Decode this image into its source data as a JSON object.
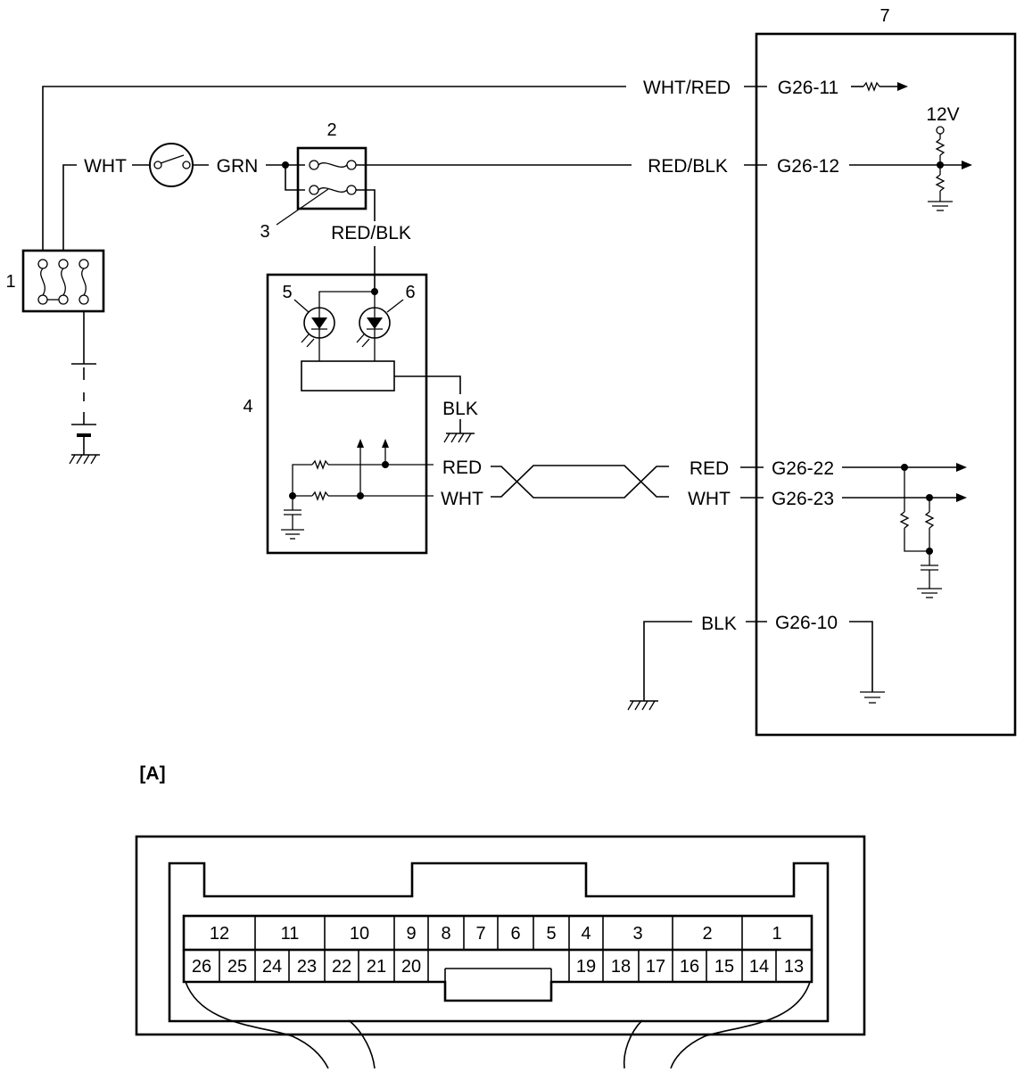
{
  "callouts": {
    "battery_fuse_box": "1",
    "fuse_box": "2",
    "fuse": "3",
    "sensor_unit": "4",
    "led_left": "5",
    "led_right": "6",
    "control_module": "7"
  },
  "wires": {
    "wht_red": "WHT/RED",
    "wht_top": "WHT",
    "grn": "GRN",
    "red_blk_right": "RED/BLK",
    "red_blk_down": "RED/BLK",
    "blk_sensor": "BLK",
    "red_left": "RED",
    "wht_left": "WHT",
    "red_right": "RED",
    "wht_right": "WHT",
    "blk_ground": "BLK"
  },
  "terminals": {
    "g26_11": "G26-11",
    "g26_12": "G26-12",
    "g26_22": "G26-22",
    "g26_23": "G26-23",
    "g26_10": "G26-10"
  },
  "voltage_label": "12V",
  "connector": {
    "view_label": "[A]",
    "top_row": [
      "12",
      "11",
      "10",
      "9",
      "8",
      "7",
      "6",
      "5",
      "4",
      "3",
      "2",
      "1"
    ],
    "bottom_left": [
      "26",
      "25",
      "24",
      "23",
      "22",
      "21",
      "20"
    ],
    "bottom_right": [
      "19",
      "18",
      "17",
      "16",
      "15",
      "14",
      "13"
    ]
  }
}
